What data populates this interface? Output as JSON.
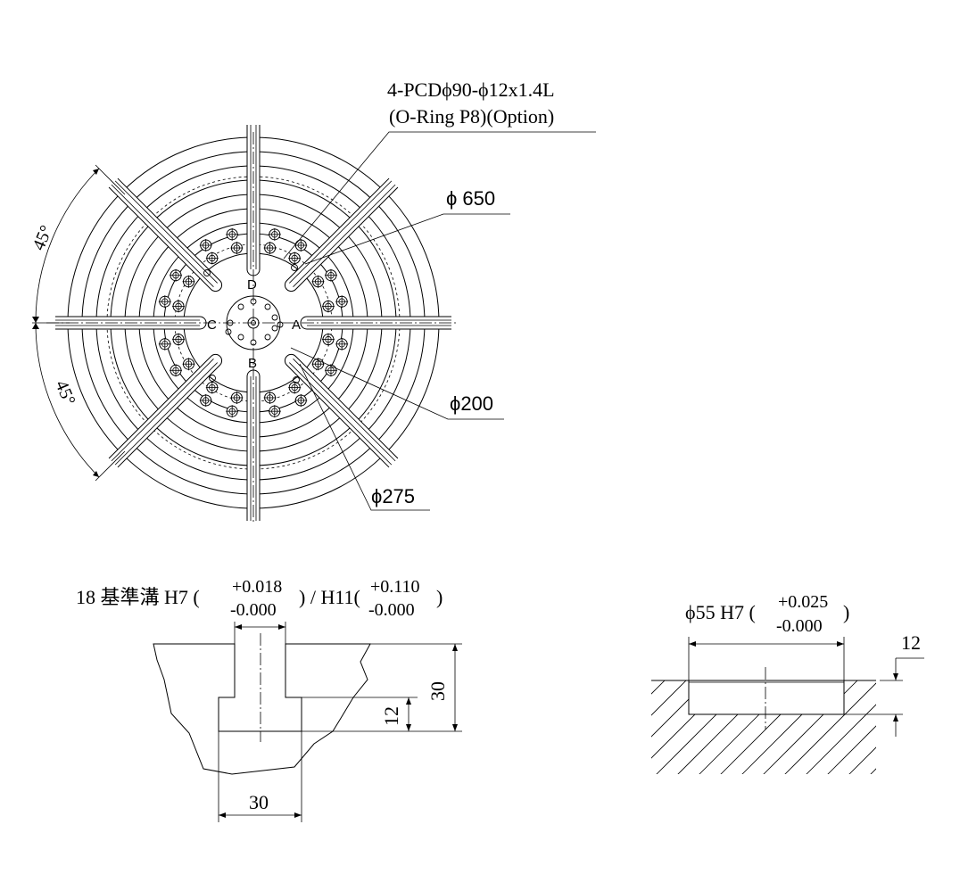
{
  "top_view": {
    "callout_line1": "4-PCDϕ90-ϕ12x1.4L",
    "callout_line2": "(O-Ring P8)(Option)",
    "dia_outer": "ϕ 650",
    "dia_mid": "ϕ200",
    "dia_bolt": "ϕ275",
    "angle_upper": "45°",
    "angle_lower": "45°",
    "label_a": "A",
    "label_b": "B",
    "label_c": "C",
    "label_d": "D"
  },
  "slot_section": {
    "title_main": "18 基準溝 H7 (",
    "tol_h7_upper": "+0.018",
    "tol_h7_lower": "-0.000",
    "title_mid": ") / H11(",
    "tol_h11_upper": "+0.110",
    "tol_h11_lower": "-0.000",
    "title_end": ")",
    "dim_height": "30",
    "dim_depth": "12",
    "dim_width": "30"
  },
  "bore_section": {
    "title_main": "ϕ55 H7 (",
    "tol_upper": "+0.025",
    "tol_lower": "-0.000",
    "title_end": ")",
    "dim_depth": "12"
  }
}
